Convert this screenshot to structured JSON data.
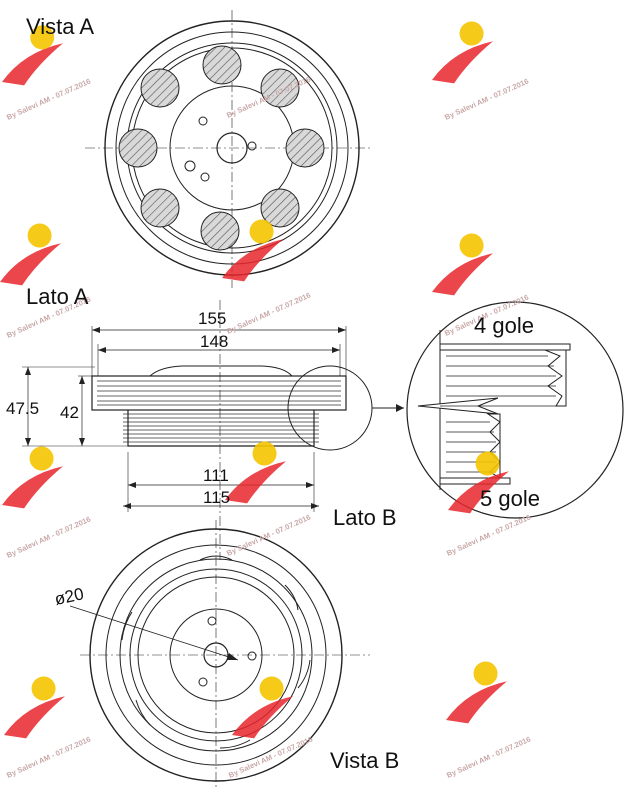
{
  "views": {
    "view_a": "Vista A",
    "side_a": "Lato A",
    "side_b": "Lato B",
    "view_b": "Vista B"
  },
  "detail": {
    "grooves_top": "4 gole",
    "grooves_bottom": "5 gole"
  },
  "dimensions": {
    "d155": "155",
    "d148": "148",
    "d47_5": "47.5",
    "d42": "42",
    "d111": "111",
    "d115": "115",
    "d20": "ø20"
  },
  "watermark": {
    "text": "By Salevi AM - 07.07.2016",
    "logo_color": "#e8262b",
    "accent_color": "#f4c400"
  }
}
